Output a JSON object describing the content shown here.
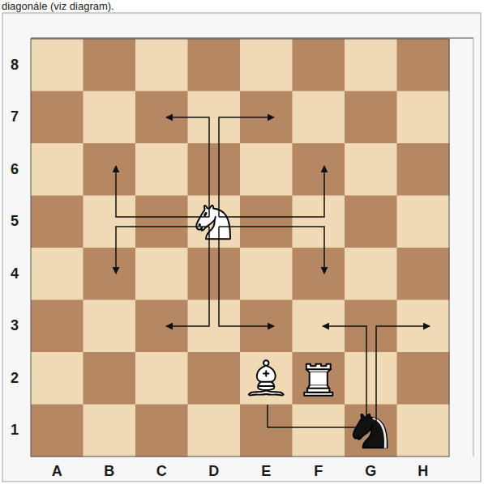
{
  "diagram": {
    "labels": [
      "diagonále (viz diagram).",
      "8",
      "7",
      "6",
      "5",
      "4",
      "3",
      "2",
      "1",
      "A",
      "B",
      "C",
      "D",
      "E",
      "F",
      "G",
      "H"
    ]
  }
}
